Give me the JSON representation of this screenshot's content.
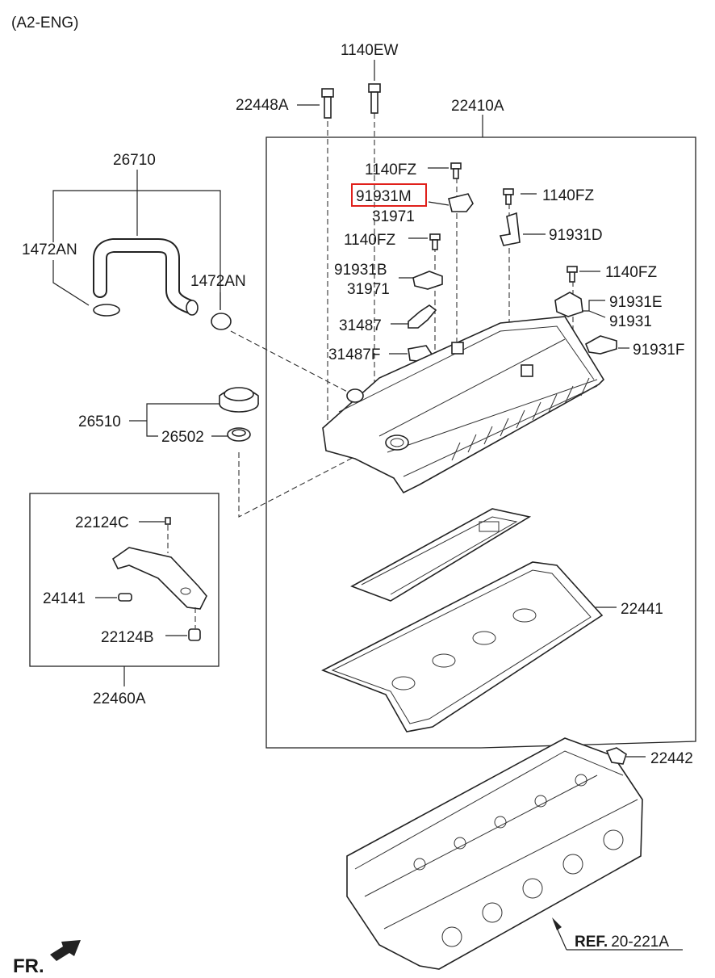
{
  "header": {
    "engine_code": "(A2-ENG)"
  },
  "parts": {
    "bolt_cover": "1140EW",
    "bolt_rear": "22448A",
    "cover_assy": "22410A",
    "hose_breather": "26710",
    "clamp_left": "1472AN",
    "clamp_right": "1472AN",
    "bolt_fz_1": "1140FZ",
    "bracket_highlighted": "91931M",
    "clip_31971_a": "31971",
    "bolt_fz_2": "1140FZ",
    "bracket_d": "91931D",
    "bolt_fz_3": "1140FZ",
    "bracket_b": "91931B",
    "clip_31971_b": "31971",
    "bolt_fz_4": "1140FZ",
    "bracket_e": "91931E",
    "bracket_91931": "91931",
    "clip_31487": "31487",
    "clip_31487f": "31487F",
    "bracket_f": "91931F",
    "cap_assy": "26510",
    "cap_gasket": "26502",
    "bolt_22124c": "22124C",
    "pin_24141": "24141",
    "bolt_22124b": "22124B",
    "baffle_assy": "22460A",
    "gasket_cover": "22441",
    "gasket_plug": "22442"
  },
  "reference": {
    "prefix": "REF.",
    "code": "20-221A"
  },
  "direction": {
    "label": "FR."
  },
  "highlight_color": "#e0201b"
}
